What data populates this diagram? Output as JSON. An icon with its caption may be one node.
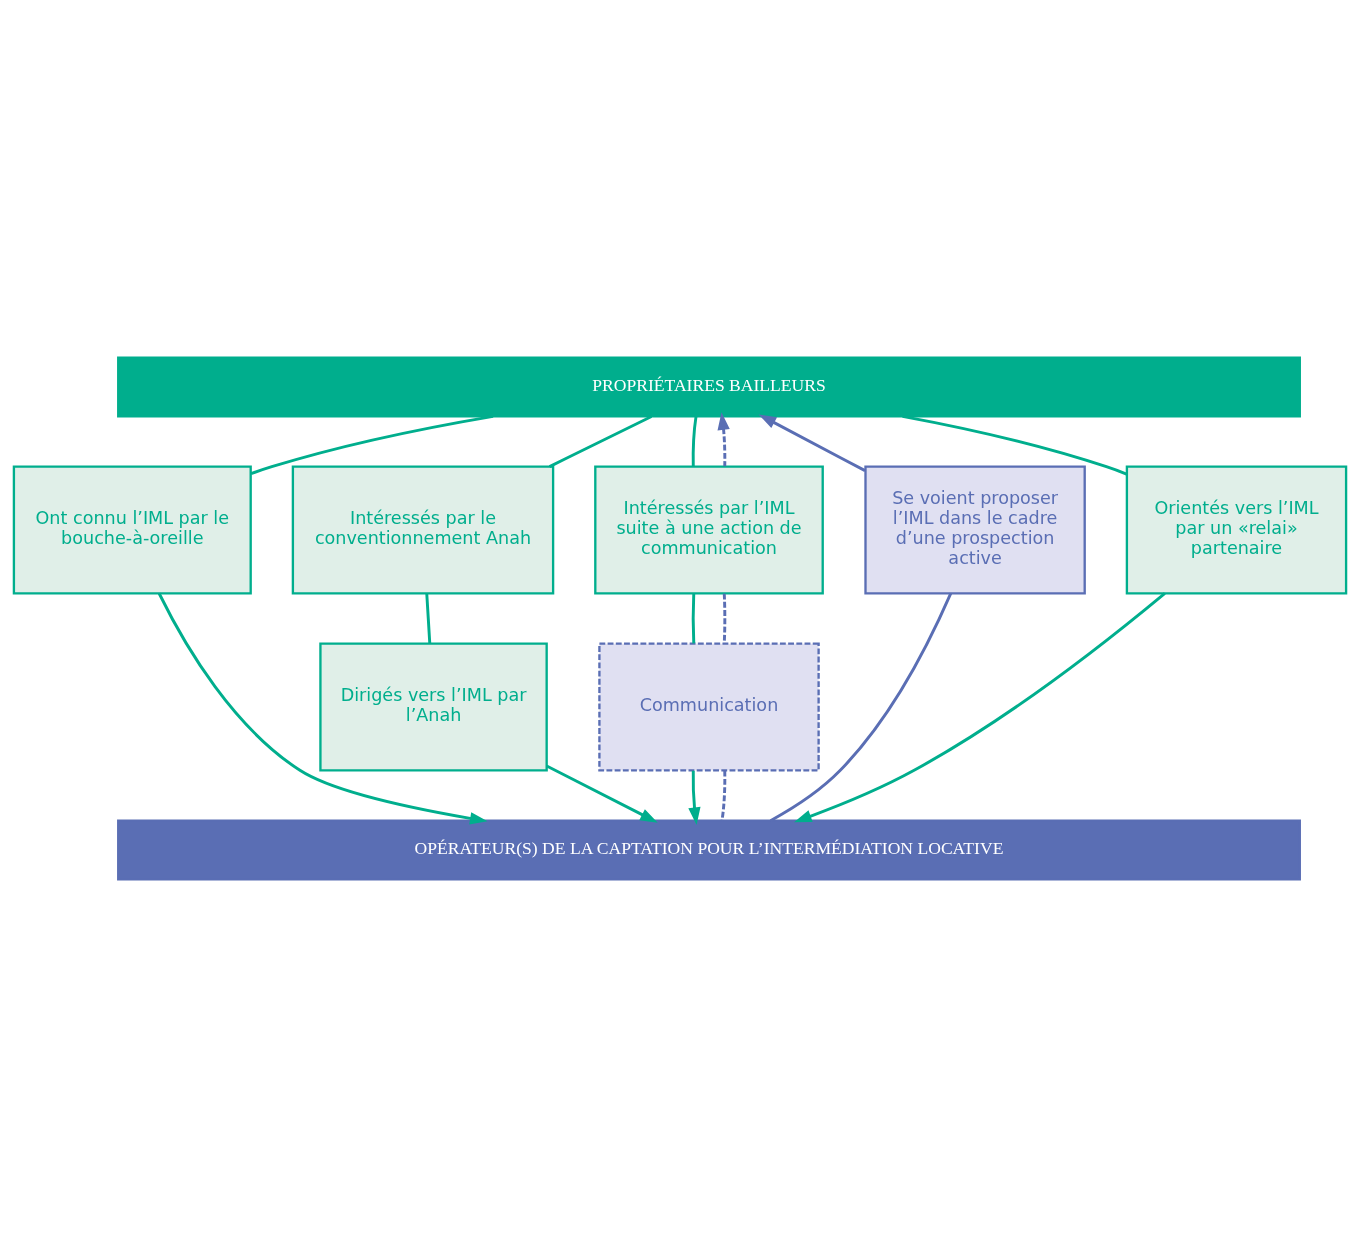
{
  "diagram": {
    "nodes": [
      {
        "text": [
          "PROPRIÉTAIRES BAILLEURS"
        ]
      },
      {
        "text": [
          "Ont connu l’IML par le bouche-à-oreille"
        ]
      },
      {
        "text": [
          "Intéressés par le conventionnement Anah"
        ]
      },
      {
        "text": [
          "Intéressés par l’IML suite à une action de communication"
        ]
      },
      {
        "text": [
          "Se voient proposer l’IML dans le cadre d’une prospection active"
        ]
      },
      {
        "text": [
          "Orientés vers l’IML par un «relai» partenaire"
        ]
      },
      {
        "text": [
          "Dirigés vers l’IML par l’Anah"
        ]
      },
      {
        "text": [
          "Communication"
        ]
      },
      {
        "text": [
          "OPÉRATEUR(S) DE LA CAPTATION POUR L’INTERMÉDIATION LOCATIVE"
        ]
      }
    ],
    "edges": [
      {
        "from": 0,
        "to": 3,
        "arrow": "none"
      },
      {
        "from": 3,
        "to": 7,
        "arrow": "none"
      },
      {
        "from": 7,
        "to": 8,
        "arrow": "to"
      },
      {
        "from": 8,
        "to": 7,
        "arrow": "none",
        "style": "dashed",
        "color": "#5a6eb4"
      },
      {
        "from": 7,
        "to": 3,
        "arrow": "none",
        "style": "dashed",
        "color": "#5a6eb4"
      },
      {
        "from": 3,
        "to": 0,
        "arrow": "to",
        "style": "dashed",
        "color": "#5a6eb4"
      },
      {
        "from": 0,
        "to": 1,
        "arrow": "none"
      },
      {
        "from": 1,
        "to": 8,
        "arrow": "to"
      },
      {
        "from": 8,
        "to": 4,
        "arrow": "none",
        "color": "#5a6eb4"
      },
      {
        "from": 4,
        "to": 0,
        "arrow": "to",
        "color": "#5a6eb4"
      },
      {
        "from": 0,
        "to": 2,
        "arrow": "none"
      },
      {
        "from": 2,
        "to": 6,
        "arrow": "none"
      },
      {
        "from": 6,
        "to": 8,
        "arrow": "to"
      },
      {
        "from": 0,
        "to": 5,
        "arrow": "none"
      },
      {
        "from": 5,
        "to": 8,
        "arrow": "to"
      }
    ]
  }
}
